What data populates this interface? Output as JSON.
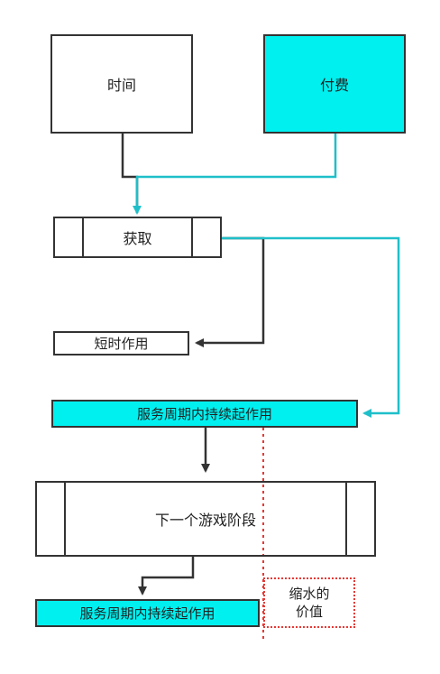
{
  "nodes": {
    "time": "时间",
    "pay": "付费",
    "acquire": "获取",
    "short_effect": "短时作用",
    "service_effect_1": "服务周期内持续起作用",
    "next_stage": "下一个游戏阶段",
    "service_effect_2": "服务周期内持续起作用"
  },
  "note": {
    "line1": "缩水的",
    "line2": "价值"
  },
  "colors": {
    "accent": "#00f0f0",
    "cyan_line": "#1fbfc9",
    "dark_line": "#333333",
    "dotted_red": "#e53935"
  }
}
